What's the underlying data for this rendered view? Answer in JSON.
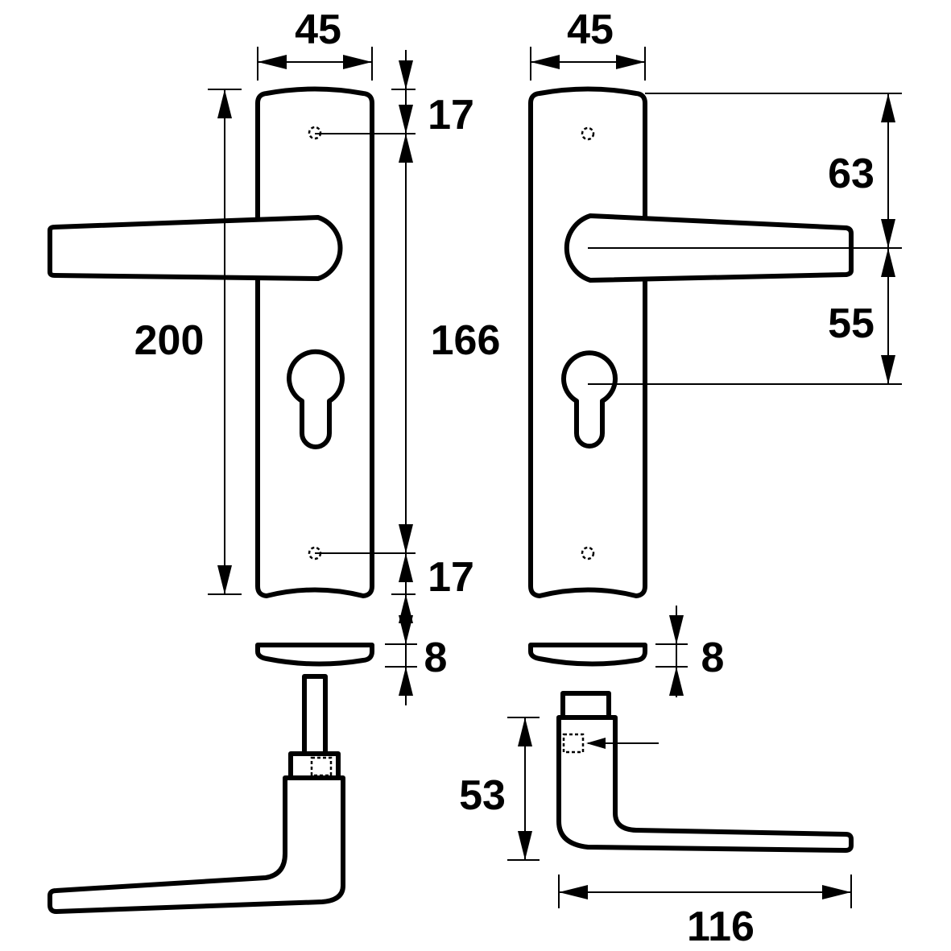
{
  "dimensions": {
    "left_plate_width": "45",
    "right_plate_width": "45",
    "overall_height": "200",
    "hole_spacing": "166",
    "top_hole_offset": "17",
    "bottom_hole_offset": "17",
    "left_rose_thickness": "8",
    "right_rose_thickness": "8",
    "handle_to_top": "63",
    "handle_to_keyhole": "55",
    "lever_height": "53",
    "lever_length": "116"
  }
}
